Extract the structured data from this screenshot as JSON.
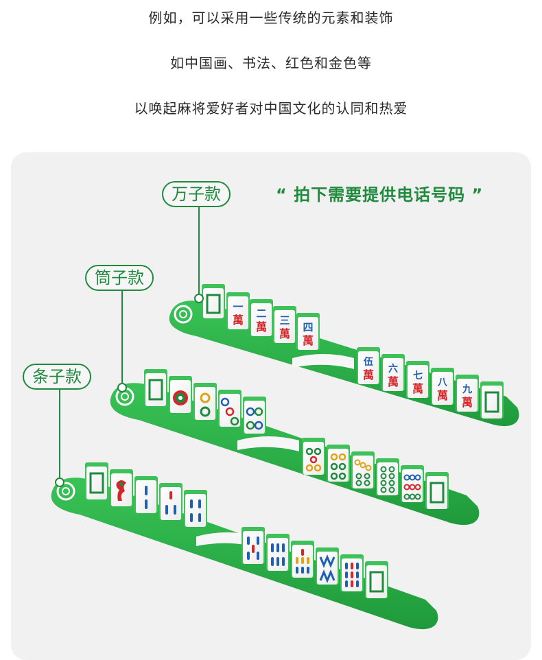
{
  "intro": {
    "line1": "例如，可以采用一些传统的元素和装饰",
    "line2": "如中国画、书法、红色和金色等",
    "line3": "以唤起麻将爱好者对中国文化的认同和热爱"
  },
  "labels": {
    "wan": "万子款",
    "tong": "筒子款",
    "tiao": "条子款"
  },
  "note": "“ 拍下需要提供电话号码 ”",
  "tiles": {
    "wan_numbers": [
      "一",
      "二",
      "三",
      "四",
      "伍",
      "六",
      "七",
      "八",
      "九"
    ],
    "wan_char": "萬"
  },
  "colors": {
    "green": "#1f8a3e",
    "rack": "#2cb34a",
    "tile_back": "#3fc15a",
    "red": "#d3262b",
    "blue": "#1e5fb3"
  }
}
